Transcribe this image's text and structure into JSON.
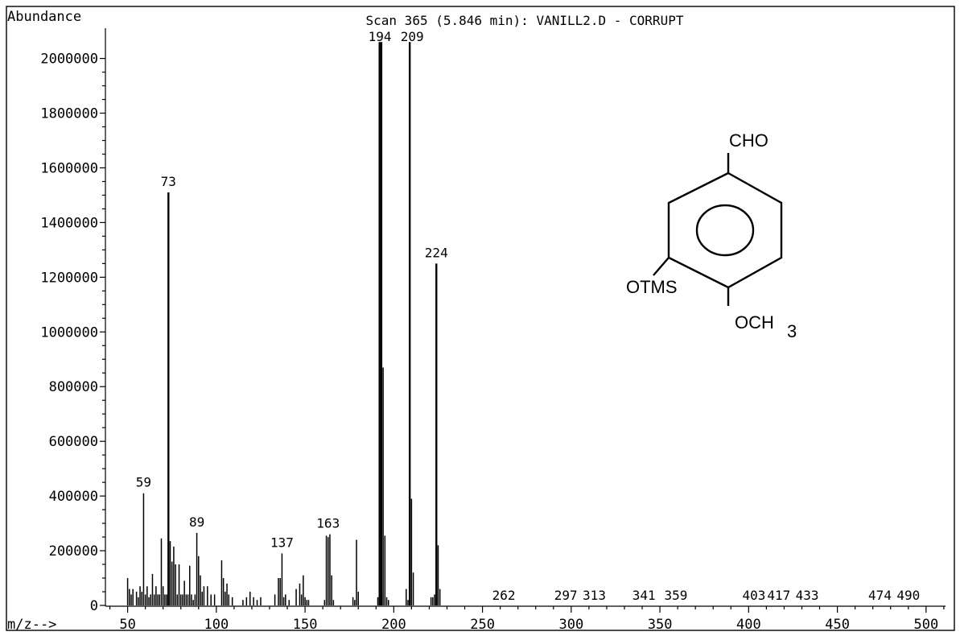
{
  "chart_data": {
    "type": "bar",
    "title": "Scan 365 (5.846 min): VANILL2.D - CORRUPT",
    "ylabel": "Abundance",
    "xlabel": "m/z-->",
    "xlim": [
      35,
      512
    ],
    "ylim": [
      0,
      2100000
    ],
    "xticks": [
      50,
      100,
      150,
      200,
      250,
      300,
      350,
      400,
      450,
      500
    ],
    "yticks": [
      0,
      200000,
      400000,
      600000,
      800000,
      1000000,
      1200000,
      1400000,
      1600000,
      1800000,
      2000000
    ],
    "x": [
      50,
      51,
      52,
      53,
      55,
      56,
      57,
      58,
      59,
      60,
      61,
      62,
      63,
      64,
      65,
      66,
      67,
      68,
      69,
      70,
      71,
      72,
      73,
      74,
      75,
      76,
      77,
      78,
      79,
      80,
      81,
      82,
      83,
      84,
      85,
      86,
      87,
      88,
      89,
      90,
      91,
      92,
      93,
      95,
      97,
      99,
      103,
      104,
      105,
      106,
      107,
      109,
      115,
      117,
      119,
      121,
      123,
      125,
      133,
      135,
      136,
      137,
      138,
      139,
      141,
      145,
      147,
      148,
      149,
      150,
      151,
      152,
      161,
      162,
      163,
      164,
      165,
      166,
      177,
      178,
      179,
      180,
      191,
      192,
      193,
      194,
      195,
      196,
      197,
      207,
      208,
      209,
      210,
      211,
      221,
      222,
      223,
      224,
      225,
      226
    ],
    "values": [
      100000,
      60000,
      40000,
      60000,
      50000,
      30000,
      70000,
      50000,
      410000,
      40000,
      70000,
      30000,
      40000,
      115000,
      40000,
      70000,
      40000,
      40000,
      245000,
      70000,
      40000,
      40000,
      1510000,
      235000,
      160000,
      215000,
      150000,
      40000,
      150000,
      40000,
      40000,
      90000,
      40000,
      40000,
      145000,
      40000,
      20000,
      40000,
      265000,
      180000,
      110000,
      50000,
      70000,
      70000,
      40000,
      40000,
      165000,
      100000,
      50000,
      80000,
      40000,
      30000,
      20000,
      30000,
      50000,
      30000,
      20000,
      30000,
      40000,
      100000,
      100000,
      190000,
      30000,
      40000,
      20000,
      60000,
      80000,
      40000,
      110000,
      30000,
      20000,
      20000,
      20000,
      255000,
      250000,
      260000,
      110000,
      20000,
      30000,
      20000,
      240000,
      50000,
      30000,
      2060000,
      2060000,
      870000,
      255000,
      30000,
      20000,
      60000,
      20000,
      2060000,
      390000,
      120000,
      30000,
      30000,
      40000,
      1250000,
      220000,
      60000
    ],
    "peak_labels": [
      {
        "x": 59,
        "label": "59",
        "y": 410000
      },
      {
        "x": 73,
        "label": "73",
        "y": 1510000
      },
      {
        "x": 89,
        "label": "89",
        "y": 265000
      },
      {
        "x": 137,
        "label": "137",
        "y": 190000
      },
      {
        "x": 163,
        "label": "163",
        "y": 260000
      },
      {
        "x": 194,
        "label": "194",
        "y": 2060000
      },
      {
        "x": 209,
        "label": "209",
        "y": 2060000
      },
      {
        "x": 224,
        "label": "224",
        "y": 1250000
      },
      {
        "x": 262,
        "label": "262",
        "y": 0
      },
      {
        "x": 297,
        "label": "297",
        "y": 0
      },
      {
        "x": 313,
        "label": "313",
        "y": 0
      },
      {
        "x": 341,
        "label": "341",
        "y": 0
      },
      {
        "x": 359,
        "label": "359",
        "y": 0
      },
      {
        "x": 403,
        "label": "403",
        "y": 0
      },
      {
        "x": 417,
        "label": "417",
        "y": 0
      },
      {
        "x": 433,
        "label": "433",
        "y": 0
      },
      {
        "x": 474,
        "label": "474",
        "y": 0
      },
      {
        "x": 490,
        "label": "490",
        "y": 0
      }
    ]
  },
  "structure": {
    "cho": "CHO",
    "otms": "OTMS",
    "och": "OCH",
    "sub3": "3"
  },
  "colors": {
    "ink": "#000000",
    "background": "#ffffff"
  }
}
